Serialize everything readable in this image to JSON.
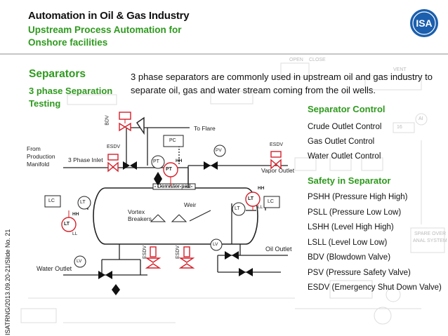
{
  "header": {
    "title": "Automation in Oil & Gas Industry",
    "subtitle": "Upstream Process Automation for Onshore facilities",
    "logo_text": "ISA"
  },
  "sidebar_text": "ISATRNG/2013.09.20-21/Slide No. 21",
  "section": {
    "title": "Separators",
    "subtitle": "3 phase Separation Testing",
    "intro": "3 phase separators are commonly used in upstream oil and gas industry to separate oil, gas and water stream coming from the oil wells."
  },
  "separator_control": {
    "heading": "Separator Control",
    "items": [
      "Crude Outlet Control",
      "Gas Outlet Control",
      "Water Outlet Control"
    ]
  },
  "safety": {
    "heading": "Safety in Separator",
    "items": [
      "PSHH (Pressure High High)",
      "PSLL (Pressure Low Low)",
      "LSHH (Level High High)",
      "LSLL (Level Low Low)",
      "BDV (Blowdown Valve)",
      "PSV  (Pressure Safety Valve)",
      "ESDV (Emergency Shut Down Valve)"
    ]
  },
  "diagram_labels": {
    "from_manifold": "From Production Manifold",
    "three_phase_inlet": "3 Phase Inlet",
    "to_flare": "To Flare",
    "vapor_outlet": "Vapor Outlet",
    "demister_pad": "Demister pad",
    "vortex_breakers": "Vortex Breakers",
    "weir": "Weir",
    "oil_outlet": "Oil Outlet",
    "water_outlet": "Water Outlet",
    "esdv": "ESDV",
    "bdv": "BDV",
    "pc": "PC",
    "pt": "PT",
    "pv": "PV",
    "lc": "LC",
    "lt": "LT",
    "lv": "LV",
    "hh": "HH",
    "ll": "LL"
  },
  "background_labels": [
    "OPEN",
    "CLOSE",
    "VENT",
    "AI",
    "16",
    "SPARE OVER",
    "ANAL SYSTEM"
  ],
  "colors": {
    "accent_green": "#2e9a1d",
    "safety_red": "#d4202a",
    "logo_blue": "#1b5fae"
  }
}
